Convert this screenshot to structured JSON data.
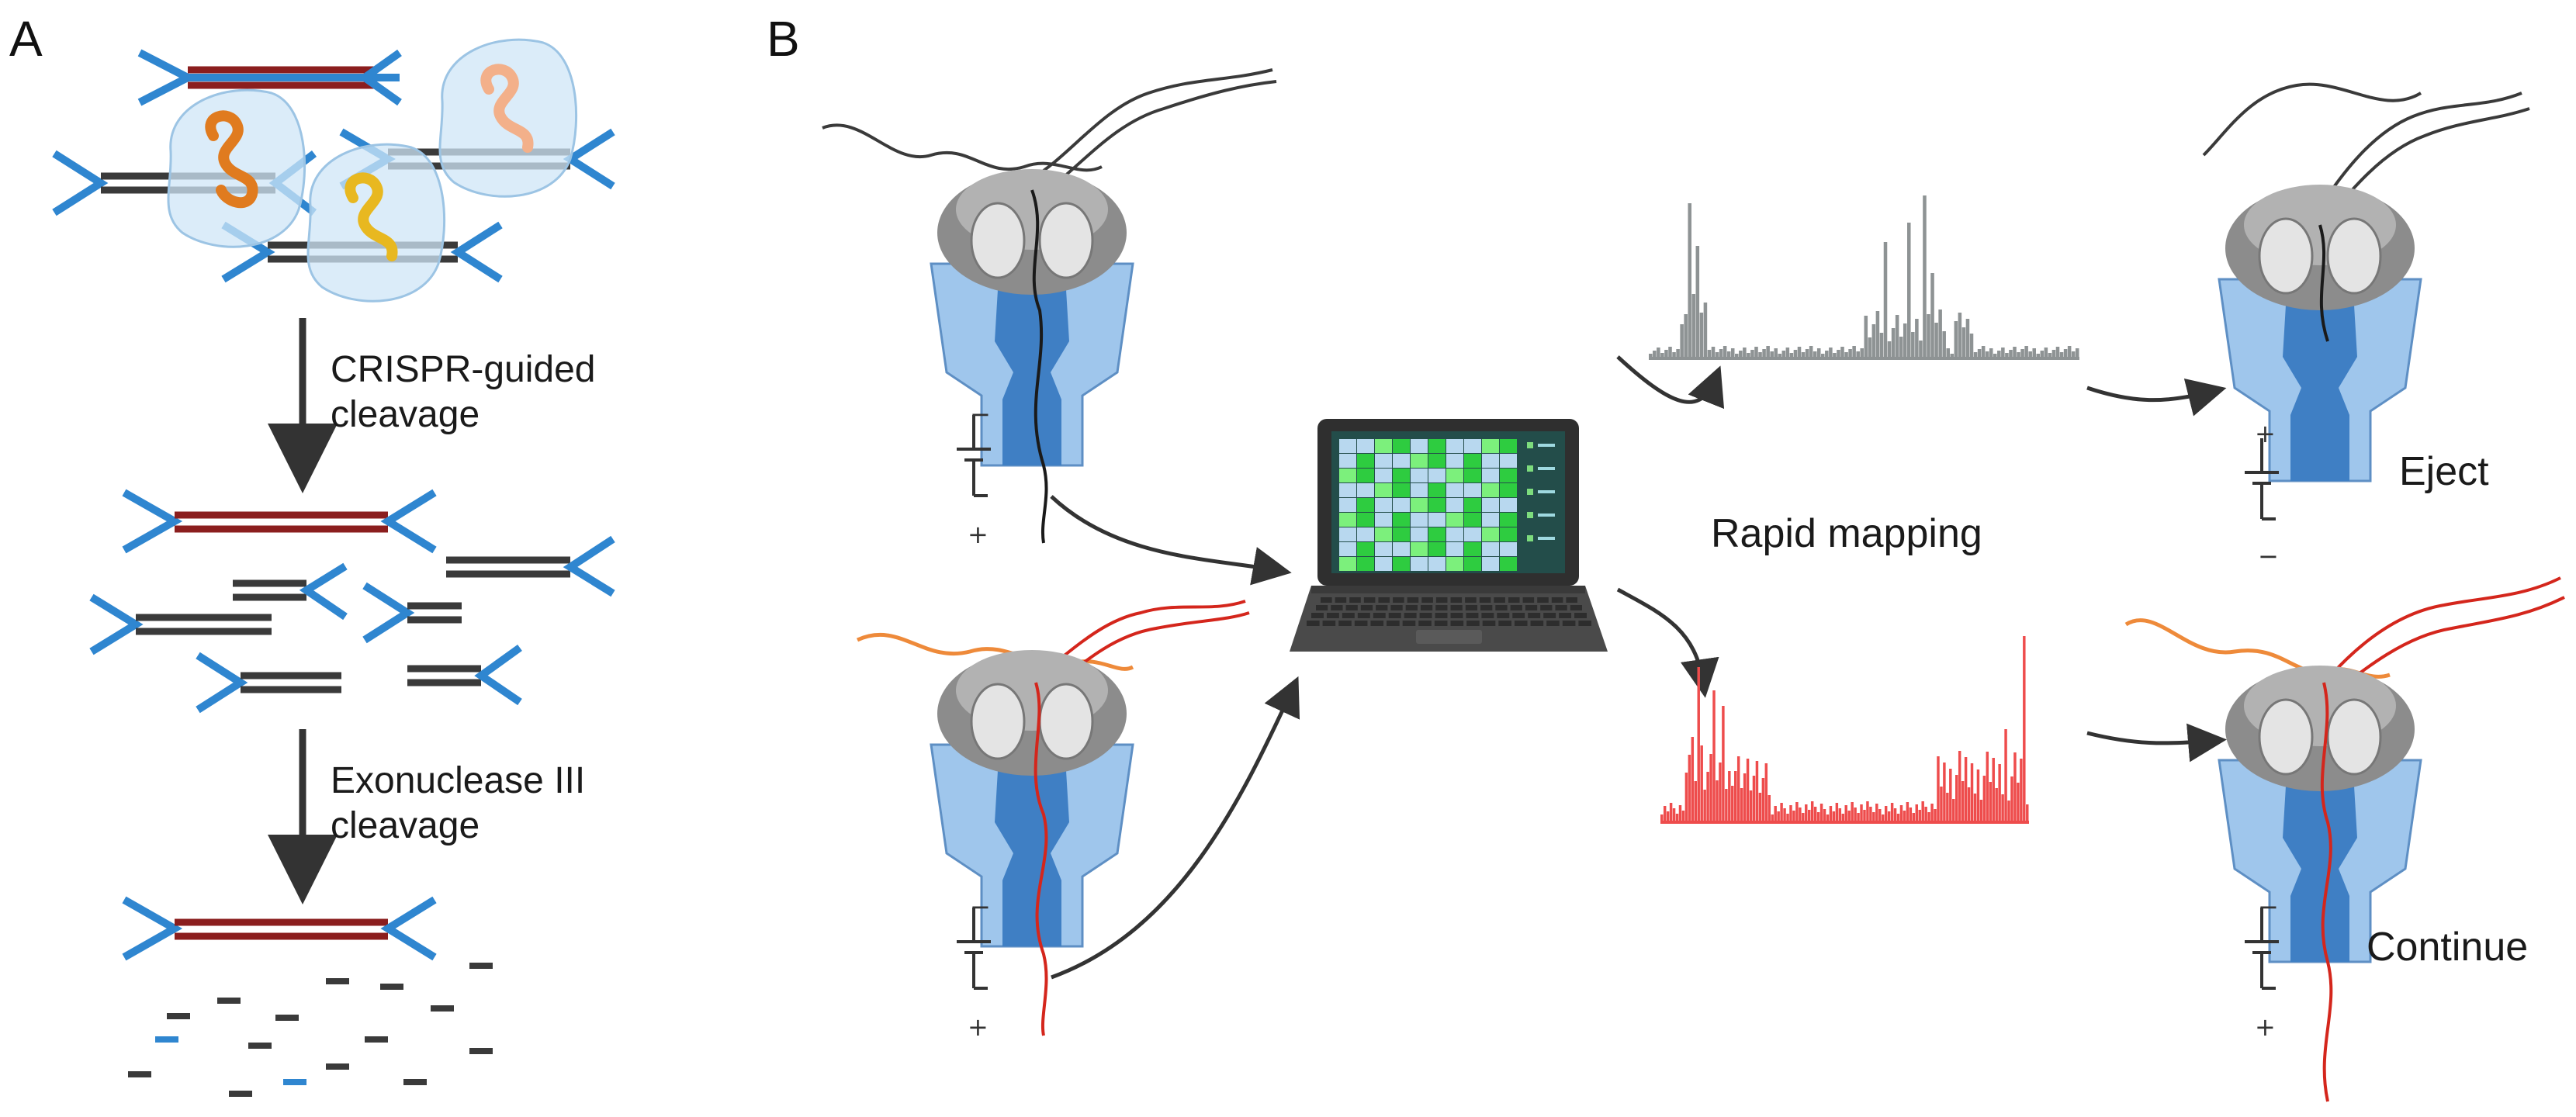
{
  "panels": {
    "a": {
      "letter": "A",
      "step1_label": [
        "CRISPR-guided",
        "cleavage"
      ],
      "step2_label": [
        "Exonuclease III",
        "cleavage"
      ]
    },
    "b": {
      "letter": "B",
      "mapping_label": "Rapid mapping",
      "eject_label": "Eject",
      "continue_label": "Continue"
    }
  },
  "colors": {
    "adapter": "#2f86d0",
    "target_dna": "#8b1e1e",
    "background_dna": "#3a3a3a",
    "off_target_signal": "#8e9394",
    "on_target_signal": "#ee4c4c",
    "strand_red": "#d4261c",
    "strand_orange": "#ee8a3a",
    "pore_blue": "#9fc6ec",
    "pore_dark_blue": "#3f7fc4",
    "motor_gray": "#8c8c8c"
  },
  "polarity": {
    "minus": "−",
    "plus": "+"
  }
}
